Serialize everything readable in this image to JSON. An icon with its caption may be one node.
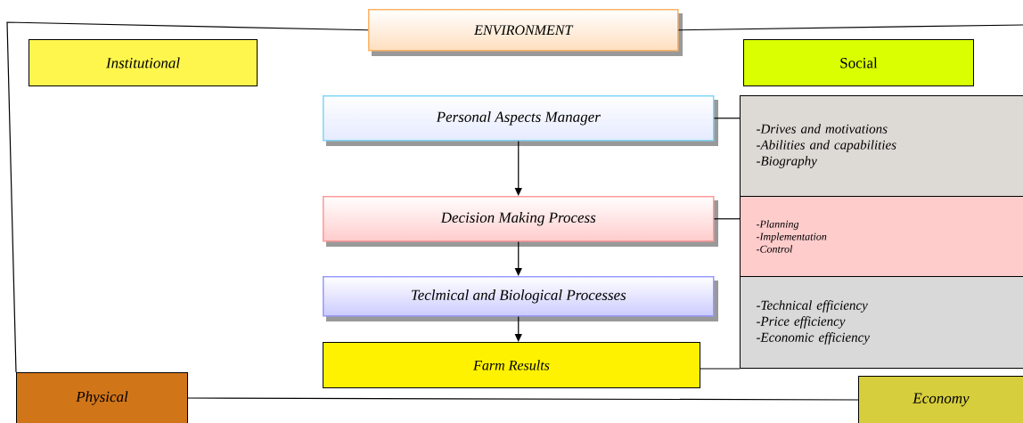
{
  "diagram": {
    "nodes": [
      {
        "text": [
          "ENVIRONMENT"
        ]
      },
      {
        "text": [
          "Institutional"
        ]
      },
      {
        "text": [
          "Social"
        ]
      },
      {
        "text": [
          "Personal Aspects Manager"
        ]
      },
      {
        "text": [
          "-Drives and motivations",
          "-Abilities and capabilities",
          "-Biography"
        ]
      },
      {
        "text": [
          "Decision Making Process"
        ]
      },
      {
        "text": [
          "-Planning",
          "-Implementation",
          "-Control"
        ]
      },
      {
        "text": [
          "Teclmical and Biological Processes"
        ]
      },
      {
        "text": [
          "-Technical efficiency",
          "-Price efficiency",
          "-Economic efficiency"
        ]
      },
      {
        "text": [
          "Farm Results"
        ]
      },
      {
        "text": [
          "Physical"
        ]
      },
      {
        "text": [
          "Economy"
        ]
      }
    ],
    "edges": [
      {
        "from": 3,
        "to": 5,
        "arrow": "to"
      },
      {
        "from": 5,
        "to": 7,
        "arrow": "to"
      },
      {
        "from": 7,
        "to": 9,
        "arrow": "to"
      },
      {
        "from": 3,
        "to": 4,
        "arrow": "none"
      },
      {
        "from": 5,
        "to": 6,
        "arrow": "none"
      },
      {
        "from": 9,
        "to": 8,
        "arrow": "none"
      },
      {
        "from": 0,
        "to": 10,
        "arrow": "none"
      },
      {
        "from": 0,
        "to": null,
        "arrow": "none"
      },
      {
        "from": 10,
        "to": 11,
        "arrow": "none"
      }
    ]
  }
}
